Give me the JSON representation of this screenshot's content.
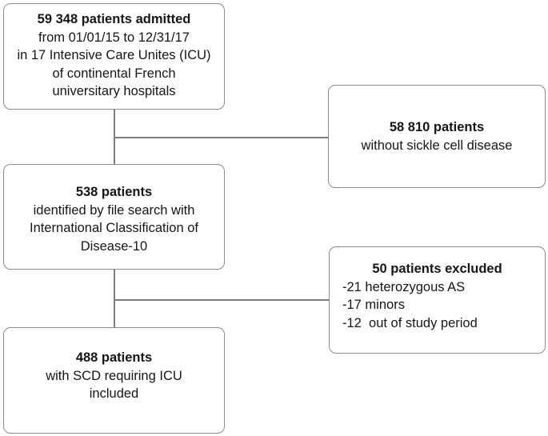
{
  "figure": {
    "background_color": "#ffffff",
    "box_border_color": "#8c8c8c",
    "connector_color": "#7d7d7d",
    "text_color": "#161616"
  },
  "boxes": {
    "admitted": {
      "title": "59 348 patients admitted",
      "lines": [
        "from 01/01/15 to 12/31/17",
        "in 17 Intensive Care Unites (ICU)",
        "of continental French",
        "universitary hospitals"
      ]
    },
    "no_scd": {
      "title": "58 810 patients",
      "lines": [
        "without sickle cell disease"
      ]
    },
    "icd": {
      "title": "538 patients",
      "lines": [
        "identified by file search with",
        "International Classification of",
        "Disease-10"
      ]
    },
    "excluded": {
      "title": "50 patients excluded",
      "items": [
        "-21 heterozygous AS",
        "-17 minors",
        "-12  out of study period"
      ]
    },
    "included": {
      "title": "488 patients",
      "lines": [
        "with SCD requiring ICU",
        "included"
      ]
    }
  }
}
